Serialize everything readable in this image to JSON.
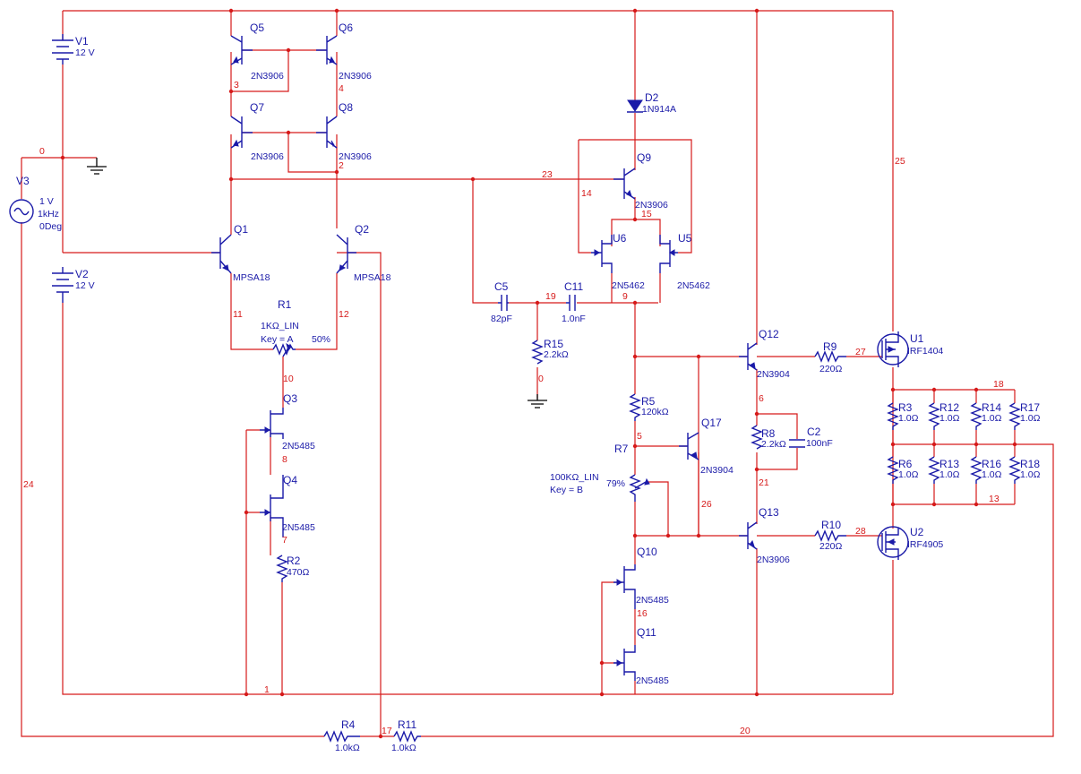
{
  "components": {
    "V1": {
      "ref": "V1",
      "value": "12 V"
    },
    "V2": {
      "ref": "V2",
      "value": "12 V"
    },
    "V3": {
      "ref": "V3",
      "amp": "1 V",
      "freq": "1kHz",
      "phase": "0Deg"
    },
    "Q1": {
      "ref": "Q1",
      "model": "MPSA18"
    },
    "Q2": {
      "ref": "Q2",
      "model": "MPSA18"
    },
    "Q3": {
      "ref": "Q3",
      "model": "2N5485"
    },
    "Q4": {
      "ref": "Q4",
      "model": "2N5485"
    },
    "Q5": {
      "ref": "Q5",
      "model": "2N3906"
    },
    "Q6": {
      "ref": "Q6",
      "model": "2N3906"
    },
    "Q7": {
      "ref": "Q7",
      "model": "2N3906"
    },
    "Q8": {
      "ref": "Q8",
      "model": "2N3906"
    },
    "Q9": {
      "ref": "Q9",
      "model": "2N3906"
    },
    "Q10": {
      "ref": "Q10",
      "model": "2N5485"
    },
    "Q11": {
      "ref": "Q11",
      "model": "2N5485"
    },
    "Q12": {
      "ref": "Q12",
      "model": "2N3904"
    },
    "Q13": {
      "ref": "Q13",
      "model": "2N3906"
    },
    "Q17": {
      "ref": "Q17",
      "model": "2N3904"
    },
    "U1": {
      "ref": "U1",
      "model": "IRF1404"
    },
    "U2": {
      "ref": "U2",
      "model": "IRF4905"
    },
    "U5": {
      "ref": "U5",
      "model": "2N5462"
    },
    "U6": {
      "ref": "U6",
      "model": "2N5462"
    },
    "D2": {
      "ref": "D2",
      "model": "1N914A"
    },
    "R1": {
      "ref": "R1",
      "value": "1KΩ_LIN",
      "key": "Key = A",
      "pct": "50%"
    },
    "R2": {
      "ref": "R2",
      "value": "470Ω"
    },
    "R3": {
      "ref": "R3",
      "value": "1.0Ω"
    },
    "R4": {
      "ref": "R4",
      "value": "1.0kΩ"
    },
    "R5": {
      "ref": "R5",
      "value": "120kΩ"
    },
    "R6": {
      "ref": "R6",
      "value": "1.0Ω"
    },
    "R7": {
      "ref": "R7",
      "value": "100KΩ_LIN",
      "key": "Key = B",
      "pct": "79%"
    },
    "R8": {
      "ref": "R8",
      "value": "2.2kΩ"
    },
    "R9": {
      "ref": "R9",
      "value": "220Ω"
    },
    "R10": {
      "ref": "R10",
      "value": "220Ω"
    },
    "R11": {
      "ref": "R11",
      "value": "1.0kΩ"
    },
    "R12": {
      "ref": "R12",
      "value": "1.0Ω"
    },
    "R13": {
      "ref": "R13",
      "value": "1.0Ω"
    },
    "R14": {
      "ref": "R14",
      "value": "1.0Ω"
    },
    "R15": {
      "ref": "R15",
      "value": "2.2kΩ"
    },
    "R16": {
      "ref": "R16",
      "value": "1.0Ω"
    },
    "R17": {
      "ref": "R17",
      "value": "1.0Ω"
    },
    "R18": {
      "ref": "R18",
      "value": "1.0Ω"
    },
    "C2": {
      "ref": "C2",
      "value": "100nF"
    },
    "C5": {
      "ref": "C5",
      "value": "82pF"
    },
    "C11": {
      "ref": "C11",
      "value": "1.0nF"
    }
  },
  "nets": {
    "n0": "0",
    "n1": "1",
    "n2": "2",
    "n3": "3",
    "n4": "4",
    "n5": "5",
    "n6": "6",
    "n7": "7",
    "n8": "8",
    "n9": "9",
    "n10": "10",
    "n11": "11",
    "n12": "12",
    "n13": "13",
    "n14": "14",
    "n15": "15",
    "n16": "16",
    "n17": "17",
    "n18": "18",
    "n19": "19",
    "n20": "20",
    "n21": "21",
    "n23": "23",
    "n24": "24",
    "n25": "25",
    "n26": "26",
    "n27": "27",
    "n28": "28",
    "n0b": "0"
  },
  "colors": {
    "wire": "#d61a1a",
    "component": "#1a1aa8",
    "ground": "#000000",
    "background": "#ffffff"
  }
}
